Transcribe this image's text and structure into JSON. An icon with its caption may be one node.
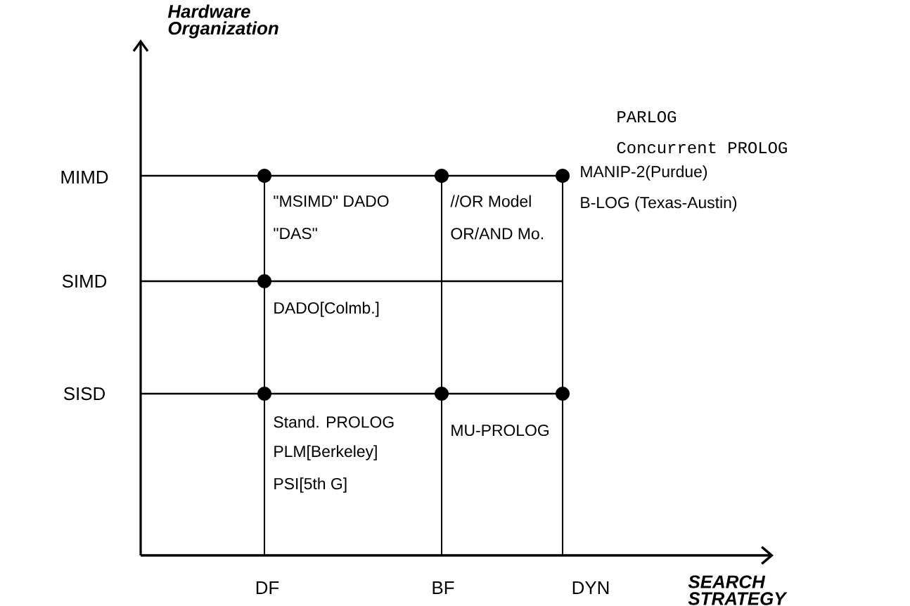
{
  "diagram": {
    "labels": [
      "Hardware Organization",
      "MIMD",
      "SIMD",
      "SISD",
      "PARLOG",
      "Concurrent PROLOG",
      "\"MSIMD\" DADO",
      "\"DAS\"",
      "//OR Model",
      "OR/AND Mo.",
      "MANIP-2(Purdue)",
      "B-LOG (Texas-Austin)",
      "DADO[Colmb.]",
      "Stand. PROLOG",
      "MU-PROLOG",
      "PLM[Berkeley]",
      "PSI[5th G]",
      "DF",
      "BF",
      "DYN",
      "SEARCH STRATEGY"
    ]
  }
}
